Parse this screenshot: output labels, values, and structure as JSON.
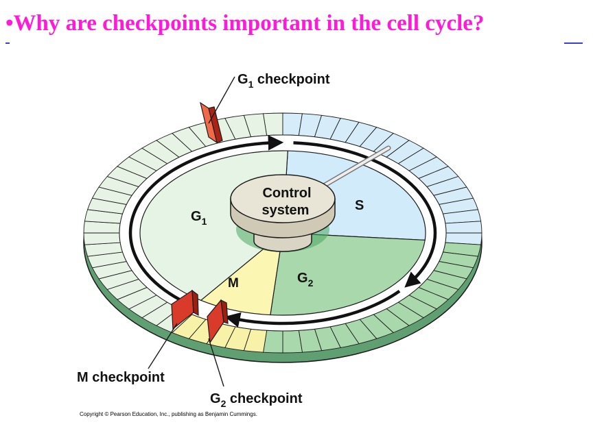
{
  "slide": {
    "title": "•Why are checkpoints important in the cell cycle?",
    "title_color": "#ff1ad9"
  },
  "diagram": {
    "center_label": [
      "Control",
      "system"
    ],
    "phases": [
      {
        "id": "g1",
        "label": "G",
        "sub": "1",
        "color": "#e6f4e6"
      },
      {
        "id": "s",
        "label": "S",
        "sub": "",
        "color": "#d2ebfb"
      },
      {
        "id": "g2",
        "label": "G",
        "sub": "2",
        "color": "#a9d8ac"
      },
      {
        "id": "m",
        "label": "M",
        "sub": "",
        "color": "#fbf7b3"
      }
    ],
    "checkpoints": [
      {
        "id": "g1-checkpoint",
        "prefix": "G",
        "sub": "1",
        "text": " checkpoint"
      },
      {
        "id": "m-checkpoint",
        "prefix": "M",
        "sub": "",
        "text": " checkpoint"
      },
      {
        "id": "g2-checkpoint",
        "prefix": "G",
        "sub": "2",
        "text": " checkpoint"
      }
    ],
    "colors": {
      "gate": "#d93b2a",
      "outline": "#1a1a1a"
    }
  },
  "copyright": "Copyright © Pearson Education, Inc., publishing as Benjamin Cummings."
}
